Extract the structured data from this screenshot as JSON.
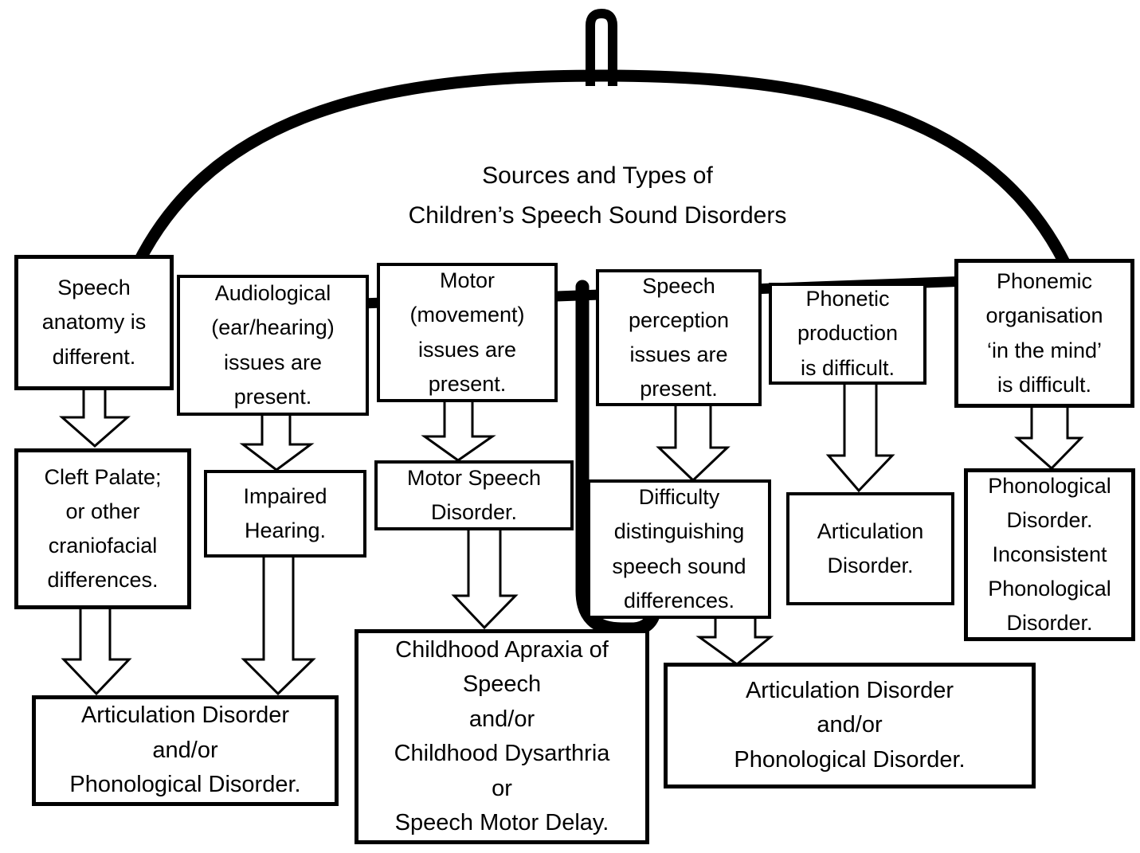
{
  "title": {
    "text": "Sources and Types of\nChildren’s Speech Sound Disorders"
  },
  "colors": {
    "ink": "#000000",
    "background": "#ffffff"
  },
  "nodes": [
    {
      "id": "speech-anatomy",
      "text": "Speech\nanatomy is\ndifferent."
    },
    {
      "id": "audiological",
      "text": "Audiological\n(ear/hearing)\nissues are\npresent."
    },
    {
      "id": "motor",
      "text": "Motor\n(movement)\nissues are\npresent."
    },
    {
      "id": "speech-perception",
      "text": "Speech\nperception\nissues are\npresent."
    },
    {
      "id": "phonetic-production",
      "text": "Phonetic\nproduction\nis difficult."
    },
    {
      "id": "phonemic-organisation",
      "text": "Phonemic\norganisation\n‘in the mind’\nis difficult."
    },
    {
      "id": "cleft-palate",
      "text": "Cleft Palate;\nor other\ncraniofacial\ndifferences."
    },
    {
      "id": "impaired-hearing",
      "text": "Impaired\nHearing."
    },
    {
      "id": "motor-speech-disorder",
      "text": "Motor Speech\nDisorder."
    },
    {
      "id": "difficulty-distinguishing",
      "text": "Difficulty\ndistinguishing\nspeech sound\ndifferences."
    },
    {
      "id": "articulation-disorder",
      "text": "Articulation\nDisorder."
    },
    {
      "id": "phonological-disorder",
      "text": "Phonological\nDisorder.\nInconsistent\nPhonological\nDisorder."
    },
    {
      "id": "articulation-phonological-left",
      "text": "Articulation Disorder\nand/or\nPhonological Disorder."
    },
    {
      "id": "childhood-apraxia",
      "text": "Childhood Apraxia of\nSpeech\nand/or\nChildhood Dysarthria\nor\nSpeech Motor Delay."
    },
    {
      "id": "articulation-phonological-right",
      "text": "Articulation Disorder\nand/or\nPhonological Disorder."
    }
  ]
}
